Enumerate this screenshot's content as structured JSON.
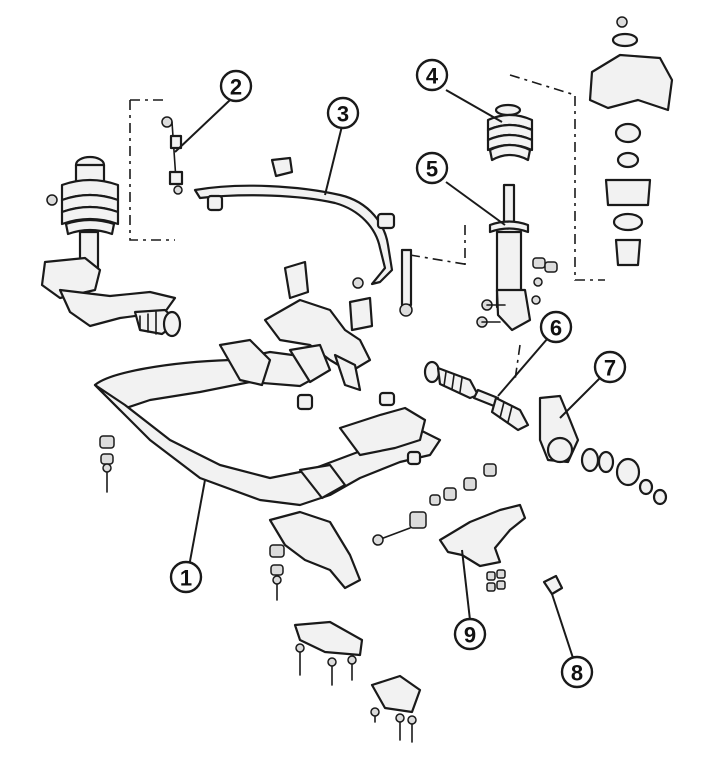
{
  "callouts": [
    {
      "id": "callout-1",
      "label": "1"
    },
    {
      "id": "callout-2",
      "label": "2"
    },
    {
      "id": "callout-3",
      "label": "3"
    },
    {
      "id": "callout-4",
      "label": "4"
    },
    {
      "id": "callout-5",
      "label": "5"
    },
    {
      "id": "callout-6",
      "label": "6"
    },
    {
      "id": "callout-7",
      "label": "7"
    },
    {
      "id": "callout-8",
      "label": "8"
    },
    {
      "id": "callout-9",
      "label": "9"
    }
  ],
  "colors": {
    "line": "#1a1a1a",
    "paper": "#ffffff",
    "fill": "#f2f2f2"
  }
}
